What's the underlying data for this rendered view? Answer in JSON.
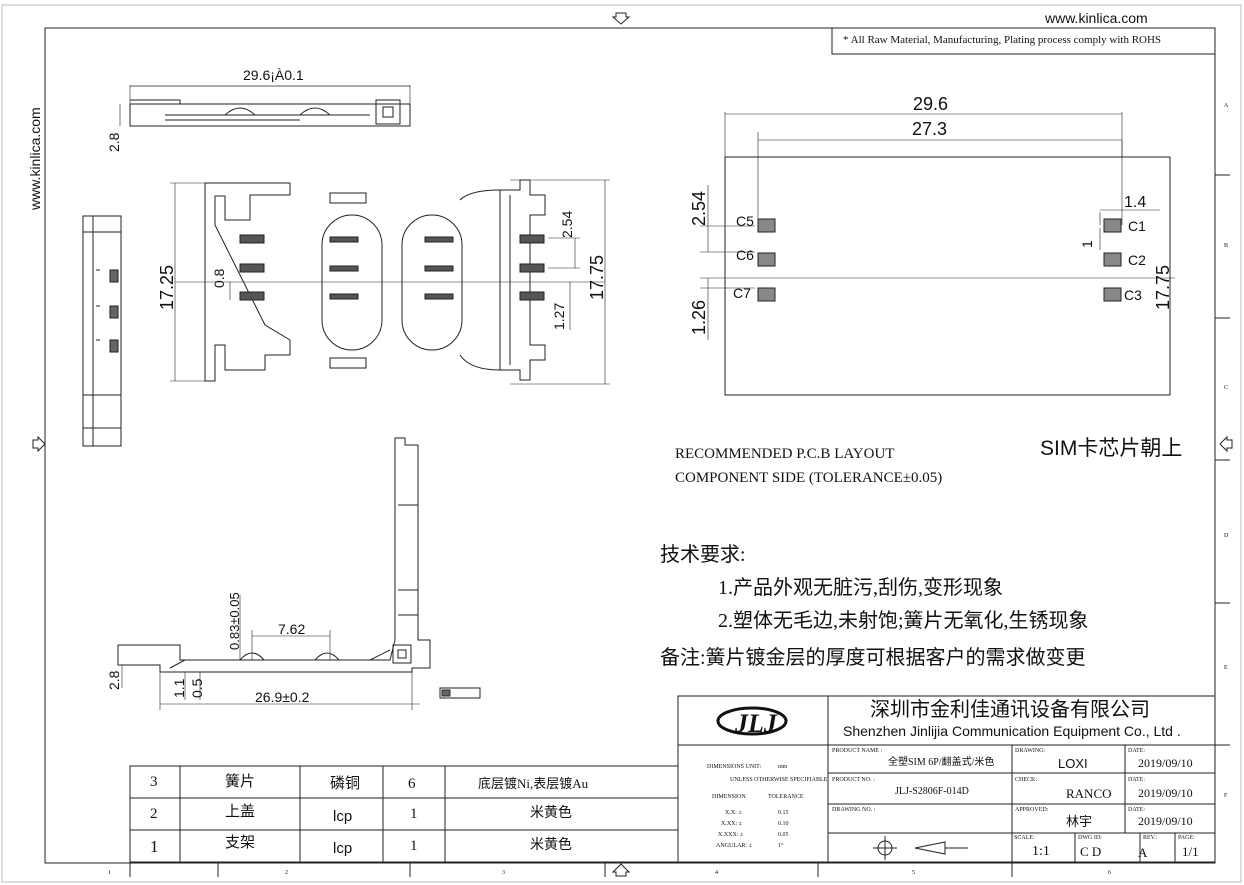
{
  "header": {
    "website_top": "www.kinlica.com",
    "website_side": "www.kinlica.com",
    "rohs_note": "* All Raw Material, Manufacturing, Plating process comply with ROHS"
  },
  "dimensions": {
    "top_length": "29.6¡À0.1",
    "top_height": "2.8",
    "plan_height": "17.25",
    "plan_pitch": "0.8",
    "plan_254": "2.54",
    "plan_127": "1.27",
    "plan_1775": "17.75",
    "side_083": "0.83±0.05",
    "side_762": "7.62",
    "side_28": "2.8",
    "side_11": "1.1",
    "side_05": "0.5",
    "side_length": "26.9±0.2"
  },
  "pcb_layout": {
    "dim_296": "29.6",
    "dim_273": "27.3",
    "dim_254": "2.54",
    "dim_14": "1.4",
    "dim_1": "1",
    "dim_126": "1.26",
    "dim_1775": "17.75",
    "pads": [
      "C5",
      "C6",
      "C7",
      "C1",
      "C2",
      "C3"
    ],
    "title_line1": "RECOMMENDED P.C.B LAYOUT",
    "title_line2": "COMPONENT SIDE (TOLERANCE±0.05)",
    "chip_note": "SIM卡芯片朝上"
  },
  "requirements": {
    "heading": "技术要求:",
    "item1": "1.产品外观无脏污,刮伤,变形现象",
    "item2": "2.塑体无毛边,未射饱;簧片无氧化,生锈现象",
    "remark": "备注:簧片镀金层的厚度可根据客户的需求做变更"
  },
  "bom": [
    {
      "no": "3",
      "name": "簧片",
      "material": "磷铜",
      "qty": "6",
      "finish": "底层镀Ni,表层镀Au"
    },
    {
      "no": "2",
      "name": "上盖",
      "material": "lcp",
      "qty": "1",
      "finish": "米黄色"
    },
    {
      "no": "1",
      "name": "支架",
      "material": "lcp",
      "qty": "1",
      "finish": "米黄色"
    }
  ],
  "title_block": {
    "logo_text": "JLJ",
    "company_cn": "深圳市金利佳通讯设备有限公司",
    "company_en": "Shenzhen Jinlijia Communication Equipment Co., Ltd .",
    "dim_unit_label": "DIMENSIONS UNIT:",
    "dim_unit": "mm",
    "unless_label": "UNLESS OTHERWISE SPECIFIABLE",
    "dimension_label": "DIMENSION",
    "tolerance_label": "TOLERANCE",
    "tol_rows": [
      {
        "dim": "X.X: ±",
        "tol": "0.15"
      },
      {
        "dim": "X.XX: ±",
        "tol": "0.10"
      },
      {
        "dim": "X.XXX: ±",
        "tol": "0.05"
      },
      {
        "dim": "ANGULAR: ±",
        "tol": "1°"
      }
    ],
    "product_name_label": "PRODUCT NAME :",
    "product_name": "全塑SIM 6P/翻盖式/米色",
    "product_no_label": "PRODUCT NO. :",
    "product_no": "JLJ-S2806F-014D",
    "drawing_no_label": "DRAWING NO. :",
    "drawing_label": "DRAWING:",
    "drawing": "LOXI",
    "check_label": "CHECK:",
    "check": "RANCO",
    "approved_label": "APPROVED:",
    "approved": "林宇",
    "date_label": "DATE:",
    "date1": "2019/09/10",
    "date2": "2019/09/10",
    "date3": "2019/09/10",
    "scale_label": "SCALE:",
    "scale": "1:1",
    "dwg_id_label": "DWG ID:",
    "dwg_id": "C D",
    "rev_label": "REV.:",
    "rev": "A",
    "page_label": "PAGE:",
    "page": "1/1"
  },
  "frame": {
    "col_labels": [
      "1",
      "2",
      "3",
      "4",
      "5",
      "6"
    ],
    "row_labels": [
      "A",
      "B",
      "C",
      "D",
      "E",
      "F"
    ]
  }
}
